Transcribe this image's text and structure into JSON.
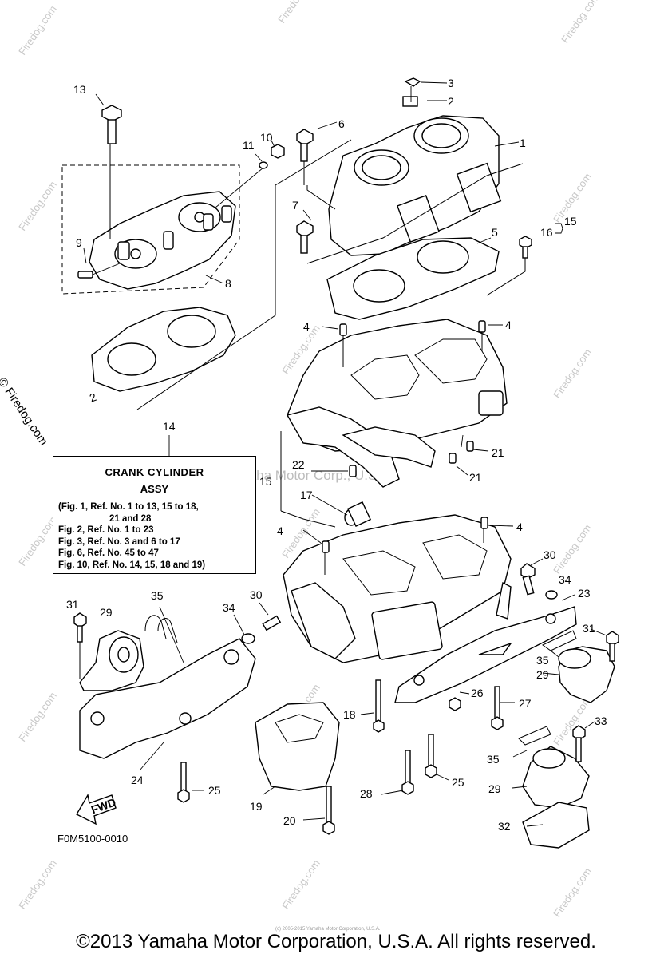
{
  "watermark": {
    "text": "Firedog.com",
    "center_text": "Yamaha Motor Corp., U.S.A.",
    "side_text": "© Firedog.com"
  },
  "callouts": {
    "n1": "1",
    "n2": "2",
    "n3": "3",
    "n4": "4",
    "n5": "5",
    "n6": "6",
    "n7": "7",
    "n8": "8",
    "n9": "9",
    "n10": "10",
    "n11": "11",
    "n13": "13",
    "n14": "14",
    "n15": "15",
    "n16": "16",
    "n17": "17",
    "n18": "18",
    "n19": "19",
    "n20": "20",
    "n21": "21",
    "n22": "22",
    "n23": "23",
    "n24": "24",
    "n25": "25",
    "n26": "26",
    "n27": "27",
    "n28": "28",
    "n29": "29",
    "n30": "30",
    "n31": "31",
    "n32": "32",
    "n33": "33",
    "n34": "34",
    "n35": "35"
  },
  "assy_box": {
    "title": "CRANK CYLINDER",
    "subtitle": "ASSY",
    "lines": [
      "(Fig. 1, Ref. No. 1 to 13, 15 to 18,",
      "         21 and 28",
      "Fig. 2, Ref. No. 1 to 23",
      "Fig. 3, Ref. No. 3 and 6 to 17",
      "Fig. 6, Ref. No. 45 to 47",
      "Fig. 10, Ref. No. 14, 15, 18 and 19)"
    ]
  },
  "fwd_label": "FWD",
  "figure_code": "F0M5100-0010",
  "tiny_copyright": "(c) 2005-2015 Yamaha Motor Corporation, U.S.A.",
  "copyright": "©2013 Yamaha Motor Corporation, U.S.A. All rights reserved."
}
